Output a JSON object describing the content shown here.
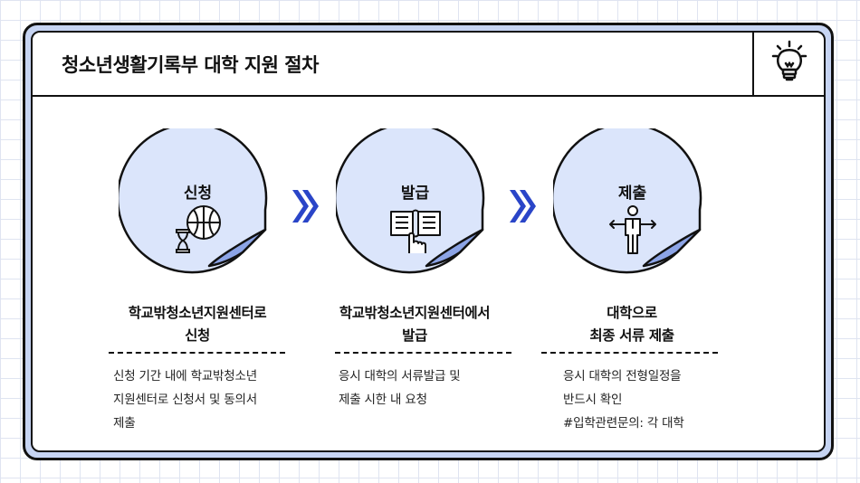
{
  "title": "청소년생활기록부 대학 지원 절차",
  "colors": {
    "accent": "#c6d4f3",
    "circle": "#dbe5fb",
    "arrow": "#2a45c8",
    "outline": "#111111"
  },
  "icons": {
    "header": "lightbulb-icon",
    "arrow": "double-chevron-right-icon"
  },
  "steps": [
    {
      "label": "신청",
      "icon": "globe-hourglass-icon",
      "subhead": [
        "학교밖청소년지원센터로",
        "신청"
      ],
      "desc": [
        "신청 기간 내에 학교밖청소년",
        "지원센터로 신청서 및 동의서",
        "제출"
      ]
    },
    {
      "label": "발급",
      "icon": "book-hand-icon",
      "subhead": [
        "학교밖청소년지원센터에서",
        "발급"
      ],
      "desc": [
        "응시 대학의 서류발급 및",
        "제출 시한 내 요청"
      ]
    },
    {
      "label": "제출",
      "icon": "person-direction-icon",
      "subhead": [
        "대학으로",
        "최종 서류 제출"
      ],
      "desc": [
        "응시 대학의 전형일정을",
        "반드시 확인",
        "#입학관련문의: 각 대학"
      ]
    }
  ]
}
